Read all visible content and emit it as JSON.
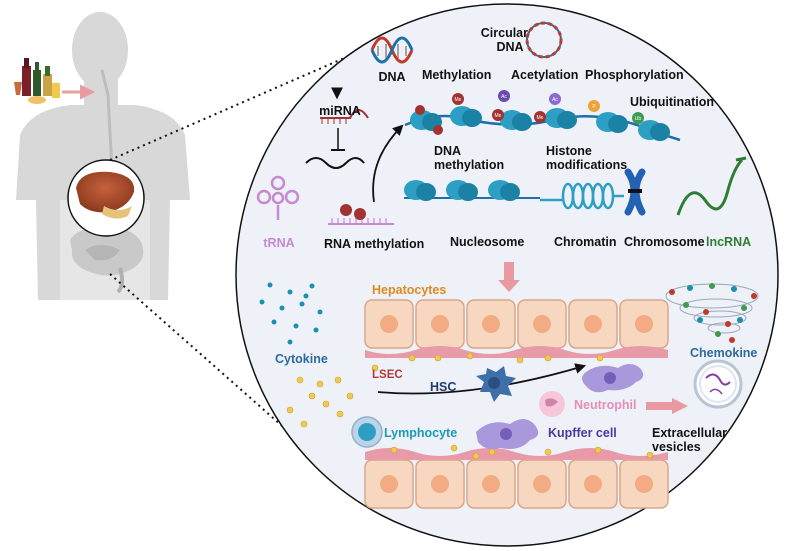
{
  "labels": {
    "circular_dna_1": "Circular",
    "circular_dna_2": "DNA",
    "dna": "DNA",
    "methylation": "Methylation",
    "acetylation": "Acetylation",
    "phosphorylation": "Phosphorylation",
    "mirna": "miRNA",
    "ubiquitination": "Ubiquitination",
    "dna_methylation_1": "DNA",
    "dna_methylation_2": "methylation",
    "histone_mod_1": "Histone",
    "histone_mod_2": "modifications",
    "trna": "tRNA",
    "rna_methylation": "RNA methylation",
    "nucleosome": "Nucleosome",
    "chromatin": "Chromatin",
    "chromosome": "Chromosome",
    "lncrna": "lncRNA",
    "hepatocytes": "Hepatocytes",
    "cytokine": "Cytokine",
    "chemokine": "Chemokine",
    "lsec": "LSEC",
    "hsc": "HSC",
    "neutrophil": "Neutrophil",
    "lymphocyte": "Lymphocyte",
    "kupffer": "Kupffer cell",
    "ev_1": "Extracellular",
    "ev_2": "vesicles"
  },
  "histone_marks": {
    "me": "Me",
    "ac": "Ac",
    "p": "P",
    "ub": "Ub"
  },
  "colors": {
    "circle_bg": "#eef2f8",
    "dna_blue": "#1e6fa8",
    "histone": "#2d9fc4",
    "methyl_red": "#c0392b",
    "trna_purple": "#b77fc0",
    "lncrna_green": "#2e7d32",
    "hepatocyte": "#f8d7c0",
    "lsec_pink": "#e89aa8",
    "cytokine_dot": "#1b8fb0",
    "chemokine_text": "#2d6aa0",
    "hepatocytes_text": "#e08a1e",
    "trna_text": "#c58ad0",
    "lsec_text": "#b33a3a",
    "lymphocyte_text": "#1b9bb5",
    "kupffer_text": "#4a3aa0",
    "neutrophil_text": "#e48fb7",
    "arrow_pink": "#e89aa0"
  }
}
